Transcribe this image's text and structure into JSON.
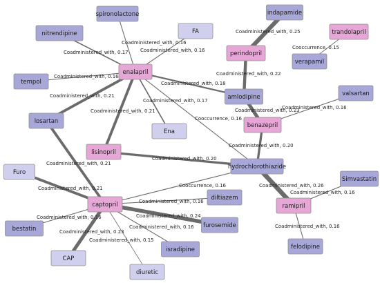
{
  "colors": {
    "drug_class_a": "#a7a7d8",
    "drug_class_b": "#e6a7d6",
    "drug_class_c": "#d0d0ee",
    "edge": "#6b6b6b",
    "border": "#8e8e8e"
  },
  "nodes": [
    {
      "id": "spironolactone",
      "label": "spironolactone",
      "color": "#a7a7d8"
    },
    {
      "id": "indapamide",
      "label": "indapamide",
      "color": "#a7a7d8"
    },
    {
      "id": "nitrendipine",
      "label": "nitrendipine",
      "color": "#a7a7d8"
    },
    {
      "id": "FA",
      "label": "FA",
      "color": "#d0d0ee"
    },
    {
      "id": "trandolapril",
      "label": "trandolapril",
      "color": "#e6a7d6"
    },
    {
      "id": "perindopril",
      "label": "perindopril",
      "color": "#e6a7d6"
    },
    {
      "id": "enalapril",
      "label": "enalapril",
      "color": "#e6a7d6"
    },
    {
      "id": "verapamil",
      "label": "verapamil",
      "color": "#a7a7d8"
    },
    {
      "id": "tempol",
      "label": "tempol",
      "color": "#a7a7d8"
    },
    {
      "id": "amlodipine",
      "label": "amlodipine",
      "color": "#a7a7d8"
    },
    {
      "id": "valsartan",
      "label": "valsartan",
      "color": "#a7a7d8"
    },
    {
      "id": "losartan",
      "label": "losartan",
      "color": "#a7a7d8"
    },
    {
      "id": "benazepril",
      "label": "benazepril",
      "color": "#e6a7d6"
    },
    {
      "id": "Ena",
      "label": "Ena",
      "color": "#d0d0ee"
    },
    {
      "id": "lisinopril",
      "label": "lisinopril",
      "color": "#e6a7d6"
    },
    {
      "id": "hydrochlorothiazide",
      "label": "hydrochlorothiazide",
      "color": "#a7a7d8"
    },
    {
      "id": "Furo",
      "label": "Furo",
      "color": "#d0d0ee"
    },
    {
      "id": "Simvastatin",
      "label": "Simvastatin",
      "color": "#a7a7d8"
    },
    {
      "id": "diltiazem",
      "label": "diltiazem",
      "color": "#a7a7d8"
    },
    {
      "id": "captopril",
      "label": "captopril",
      "color": "#e6a7d6"
    },
    {
      "id": "ramipril",
      "label": "ramipril",
      "color": "#e6a7d6"
    },
    {
      "id": "bestatin",
      "label": "bestatin",
      "color": "#a7a7d8"
    },
    {
      "id": "furosemide",
      "label": "furosemide",
      "color": "#a7a7d8"
    },
    {
      "id": "CAP",
      "label": "CAP",
      "color": "#d0d0ee"
    },
    {
      "id": "isradipine",
      "label": "isradipine",
      "color": "#a7a7d8"
    },
    {
      "id": "felodipine",
      "label": "felodipine",
      "color": "#a7a7d8"
    },
    {
      "id": "diuretic",
      "label": "diuretic",
      "color": "#d0d0ee"
    }
  ],
  "edges": [
    {
      "source": "enalapril",
      "target": "spironolactone",
      "label": "Coadministered_with, 0.16",
      "weight": 0.16
    },
    {
      "source": "enalapril",
      "target": "FA",
      "label": "Coadministered_with, 0.16",
      "weight": 0.16
    },
    {
      "source": "enalapril",
      "target": "nitrendipine",
      "label": "Coadministered_with, 0.17",
      "weight": 0.17
    },
    {
      "source": "enalapril",
      "target": "tempol",
      "label": "Coadministered_with, 0.16",
      "weight": 0.16
    },
    {
      "source": "enalapril",
      "target": "amlodipine",
      "label": "Coadministered_with, 0.18",
      "weight": 0.18
    },
    {
      "source": "enalapril",
      "target": "losartan",
      "label": "Coadministered_with, 0.21",
      "weight": 0.21
    },
    {
      "source": "enalapril",
      "target": "lisinopril",
      "label": "Coadministered_with, 0.21",
      "weight": 0.21
    },
    {
      "source": "enalapril",
      "target": "Ena",
      "label": "Coadministered_with, 0.17",
      "weight": 0.17
    },
    {
      "source": "enalapril",
      "target": "hydrochlorothiazide",
      "label": "Cooccurrence, 0.16",
      "weight": 0.16
    },
    {
      "source": "perindopril",
      "target": "indapamide",
      "label": "Coadministered_with, 0.25",
      "weight": 0.25
    },
    {
      "source": "perindopril",
      "target": "amlodipine",
      "label": "Coadministered_with, 0.22",
      "weight": 0.22
    },
    {
      "source": "trandolapril",
      "target": "verapamil",
      "label": "Cooccurrence, 0.15",
      "weight": 0.15
    },
    {
      "source": "amlodipine",
      "target": "benazepril",
      "label": "Coadministered_with, 0.23",
      "weight": 0.23
    },
    {
      "source": "benazepril",
      "target": "valsartan",
      "label": "Coadministered_with, 0.16",
      "weight": 0.16
    },
    {
      "source": "benazepril",
      "target": "hydrochlorothiazide",
      "label": "Coadministered_with, 0.20",
      "weight": 0.2
    },
    {
      "source": "lisinopril",
      "target": "hydrochlorothiazide",
      "label": "Coadministered_with, 0.20",
      "weight": 0.2
    },
    {
      "source": "losartan",
      "target": "captopril",
      "label": "Coadministered_with, 0.21",
      "weight": 0.21
    },
    {
      "source": "Furo",
      "target": "captopril",
      "label": "Coadministered_with, 0.21",
      "weight": 0.21
    },
    {
      "source": "hydrochlorothiazide",
      "target": "captopril",
      "label": "Cooccurrence, 0.16",
      "weight": 0.16
    },
    {
      "source": "hydrochlorothiazide",
      "target": "ramipril",
      "label": "Coadministered_with, 0.26",
      "weight": 0.26
    },
    {
      "source": "ramipril",
      "target": "Simvastatin",
      "label": "Coadministered_with, 0.16",
      "weight": 0.16
    },
    {
      "source": "ramipril",
      "target": "felodipine",
      "label": "Coadministered_with, 0.16",
      "weight": 0.16
    },
    {
      "source": "captopril",
      "target": "diltiazem",
      "label": "Coadministered_with, 0.16",
      "weight": 0.16
    },
    {
      "source": "captopril",
      "target": "furosemide",
      "label": "Coadministered_with, 0.24",
      "weight": 0.24
    },
    {
      "source": "captopril",
      "target": "bestatin",
      "label": "Coadministered_with, 0.16",
      "weight": 0.16
    },
    {
      "source": "captopril",
      "target": "isradipine",
      "label": "Coadministered_with, 0.16",
      "weight": 0.16
    },
    {
      "source": "captopril",
      "target": "CAP",
      "label": "Coadministered_with, 0.23",
      "weight": 0.23
    },
    {
      "source": "captopril",
      "target": "diuretic",
      "label": "Coadministered_with, 0.15",
      "weight": 0.15
    }
  ]
}
